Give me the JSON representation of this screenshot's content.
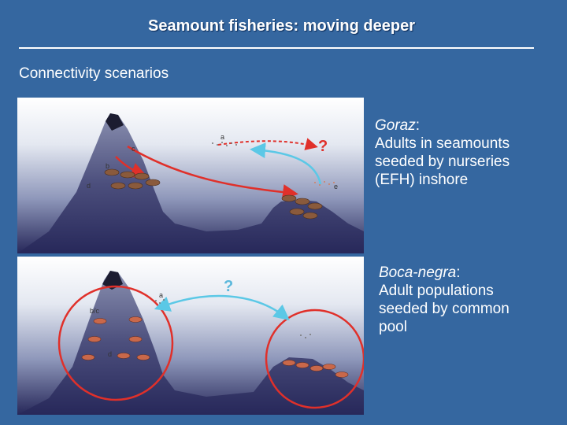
{
  "slide": {
    "title": "Seamount fisheries: moving deeper",
    "subtitle": "Connectivity scenarios"
  },
  "scenarios": [
    {
      "species": "Goraz",
      "colon": ":",
      "lines": [
        "Adults in seamounts",
        "seeded by nurseries",
        "(EFH) inshore"
      ],
      "diagram_labels": [
        "a",
        "b",
        "c",
        "d",
        "e",
        "?"
      ]
    },
    {
      "species": "Boca-negra",
      "colon": ":",
      "lines": [
        "Adult populations",
        "seeded by common",
        "pool"
      ],
      "diagram_labels": [
        "a",
        "b/c",
        "d",
        "?"
      ]
    }
  ],
  "colors": {
    "background": "#3567a0",
    "arrow_red": "#e0302a",
    "arrow_cyan": "#5bc8e6",
    "question_mark_top": "#e0302a",
    "question_mark_bottom": "#5bb8dc"
  }
}
